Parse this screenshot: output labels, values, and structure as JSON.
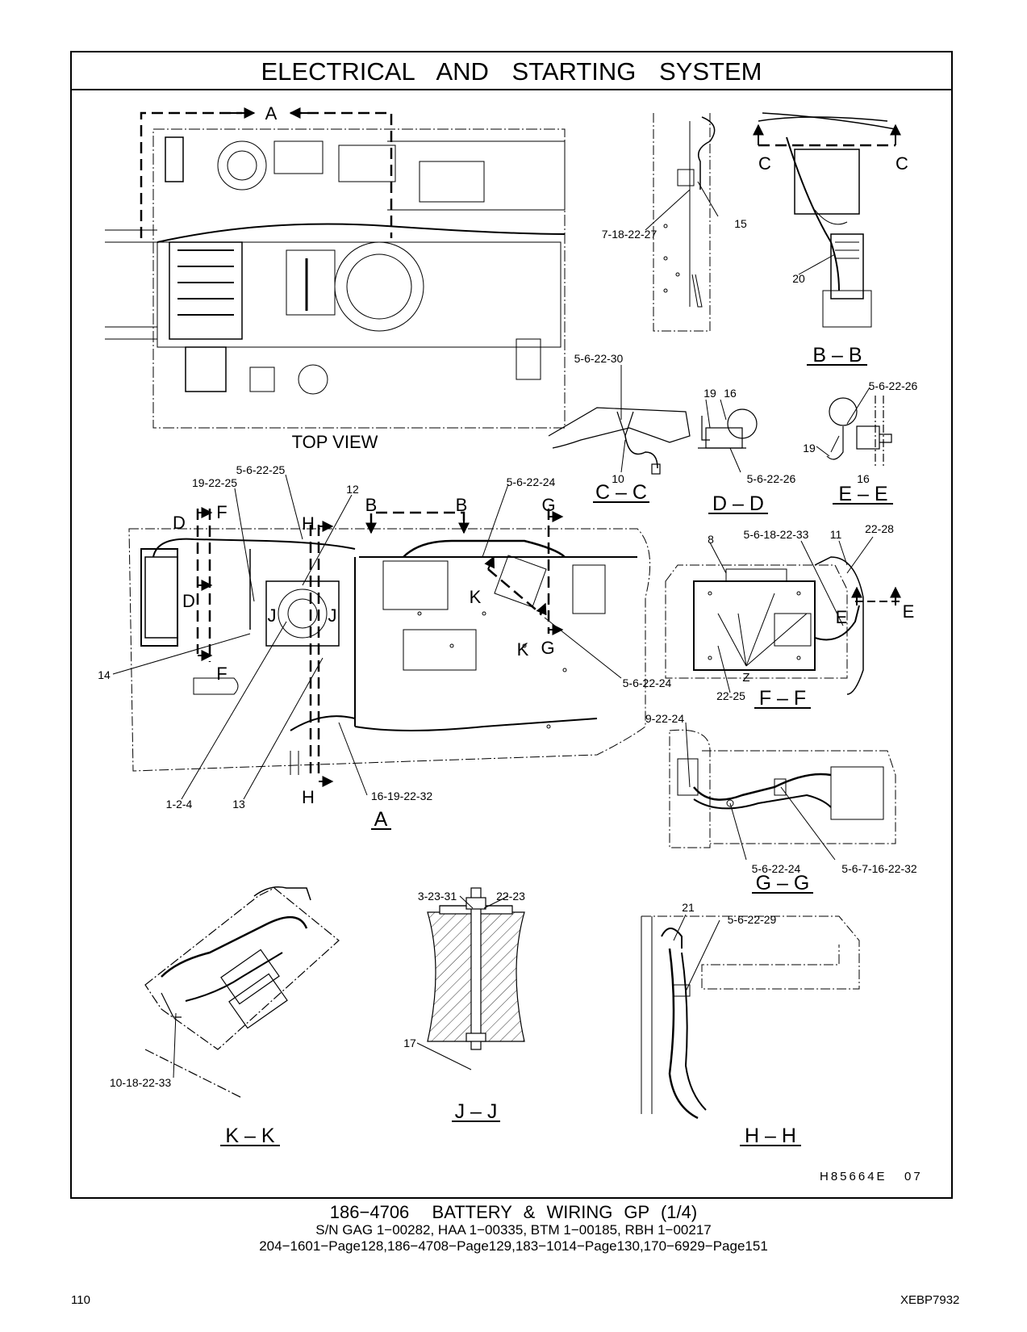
{
  "title": "ELECTRICAL AND STARTING SYSTEM",
  "caption": {
    "main": "186−4706  BATTERY & WIRING GP (1/4)",
    "serials": "S/N GAG 1−00282, HAA 1−00335, BTM 1−00185, RBH 1−00217",
    "refs": "204−1601−Page128,186−4708−Page129,183−1014−Page130,170−6929−Page151"
  },
  "drawing_id": "H85664E   07",
  "page_number": "110",
  "doc_code": "XEBP7932",
  "views": {
    "top": "TOP VIEW",
    "a": "A",
    "bb": "B – B",
    "cc": "C – C",
    "dd": "D – D",
    "ee": "E – E",
    "ff": "F – F",
    "gg": "G – G",
    "hh": "H – H",
    "jj": "J – J",
    "kk": "K – K"
  },
  "section_letters": {
    "a": "A",
    "b": "B",
    "c": "C",
    "d": "D",
    "e": "E",
    "f": "F",
    "g": "G",
    "h": "H",
    "j": "J",
    "k": "K",
    "z": "Z"
  },
  "callouts": {
    "c7_18_22_27": "7-18-22-27",
    "c15": "15",
    "c20": "20",
    "c5_6_22_30": "5-6-22-30",
    "c10": "10",
    "c19": "19",
    "c16": "16",
    "c5_6_22_26": "5-6-22-26",
    "c5_6_22_25": "5-6-22-25",
    "c19_22_25": "19-22-25",
    "c12": "12",
    "c5_6_22_24": "5-6-22-24",
    "c14": "14",
    "c1_2_4": "1-2-4",
    "c13": "13",
    "c16_19_22_32": "16-19-22-32",
    "c8": "8",
    "c5_6_18_22_33": "5-6-18-22-33",
    "c11": "11",
    "c22_28": "22-28",
    "c22_25": "22-25",
    "c9_22_24": "9-22-24",
    "c5_6_7_16_22_32": "5-6-7-16-22-32",
    "c3_23_31": "3-23-31",
    "c22_23": "22-23",
    "c17": "17",
    "c21": "21",
    "c5_6_22_29": "5-6-22-29",
    "c10_18_22_33": "10-18-22-33"
  }
}
